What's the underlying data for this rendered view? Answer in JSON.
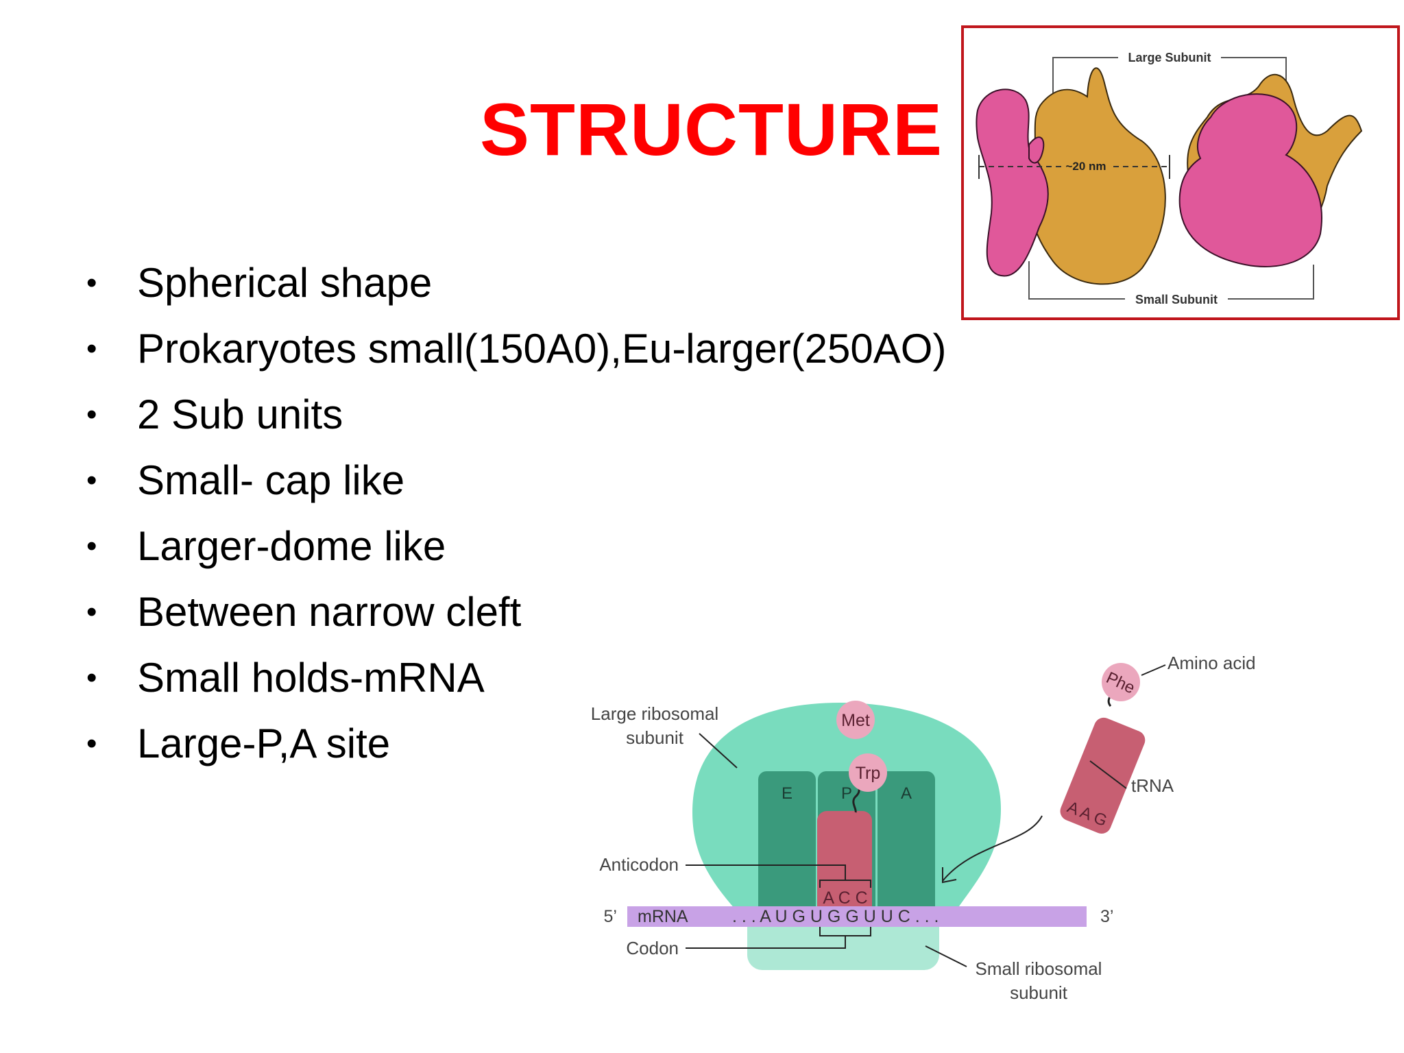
{
  "slide": {
    "title": "STRUCTURE",
    "bullets": [
      "Spherical shape",
      "Prokaryotes small(150A0),Eu-larger(250AO)",
      "2 Sub units",
      "Small- cap like",
      "Larger-dome like",
      "Between narrow cleft",
      "Small holds-mRNA",
      "Large-P,A site"
    ]
  },
  "figure_top": {
    "large_label": "Large Subunit",
    "small_label": "Small Subunit",
    "size_label": "~20 nm",
    "colors": {
      "large": "#d9a03c",
      "small": "#e0589a",
      "frame": "#c0161c"
    }
  },
  "figure_bottom": {
    "large_ribosomal_label_line1": "Large ribosomal",
    "large_ribosomal_label_line2": "subunit",
    "small_ribosomal_label_line1": "Small ribosomal",
    "small_ribosomal_label_line2": "subunit",
    "site_e": "E",
    "site_p": "P",
    "site_a": "A",
    "amino_met": "Met",
    "amino_trp": "Trp",
    "amino_phe": "Phe",
    "amino_acid_label": "Amino acid",
    "trna_label": "tRNA",
    "trna_anticodon": "A A G",
    "anticodon_label": "Anticodon",
    "anticodon_seq": "A C C",
    "codon_label": "Codon",
    "five_prime": "5’",
    "three_prime": "3’",
    "mrna_label": "mRNA",
    "mrna_seq": ". . . A U G U G G U U C . . .",
    "colors": {
      "large_subunit": "#79dcbe",
      "small_subunit": "#ade8d5",
      "site": "#3a9a7c",
      "trna": "#c75f72",
      "amino": "#eba7bd",
      "mrna": "#c8a2e6"
    }
  }
}
